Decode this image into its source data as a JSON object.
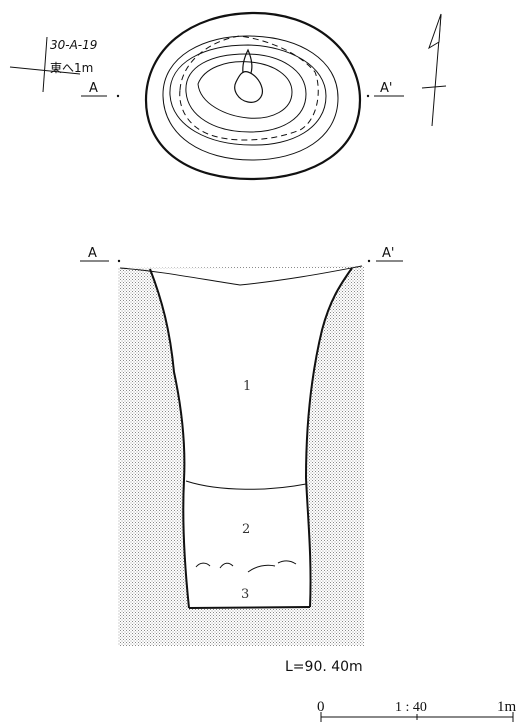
{
  "grid_ref": {
    "code": "30-A-19",
    "offset": "東へ1m"
  },
  "section_markers": {
    "start": "A",
    "end": "A'"
  },
  "layers": [
    "1",
    "2",
    "3"
  ],
  "elevation": "L=90. 40m",
  "scale": {
    "start": "0",
    "ratio": "1 : 40",
    "end": "1m"
  },
  "colors": {
    "ink": "#111111",
    "fill_stipple": "#bdbdbd"
  }
}
